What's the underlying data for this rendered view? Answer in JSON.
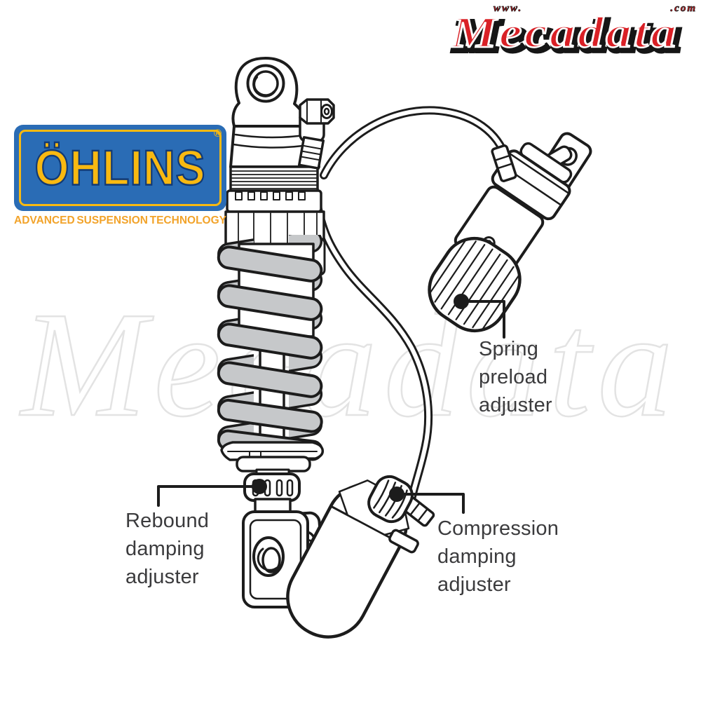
{
  "page": {
    "background": "#ffffff"
  },
  "mecadata_logo": {
    "www": "www.",
    "name": "Mecadata",
    "com": ".com",
    "color": "#d92026"
  },
  "ohlins_logo": {
    "brand": "ÖHLINS",
    "registered_mark": "®",
    "tagline_words": [
      "ADVANCED",
      "SUSPENSION",
      "TECHNOLOGY"
    ],
    "box_color": "#2a6cb5",
    "letter_color": "#f8b911",
    "tagline_color": "#f2a32a"
  },
  "watermark": {
    "text": "Mecadata",
    "color": "#e3e3e3"
  },
  "diagram": {
    "subject": "Öhlins motorcycle rear shock absorber with remote reservoir",
    "spring_color": "#c6c8ca",
    "line_color": "#1c1c1c",
    "label_color": "#3b3b3d",
    "annotations": [
      {
        "id": "spring-preload-adjuster",
        "lines": [
          "Spring",
          "preload",
          "adjuster"
        ]
      },
      {
        "id": "rebound-damping-adjuster",
        "lines": [
          "Rebound",
          "damping",
          "adjuster"
        ]
      },
      {
        "id": "compression-damping-adjuster",
        "lines": [
          "Compression",
          "damping",
          "adjuster"
        ]
      }
    ]
  }
}
